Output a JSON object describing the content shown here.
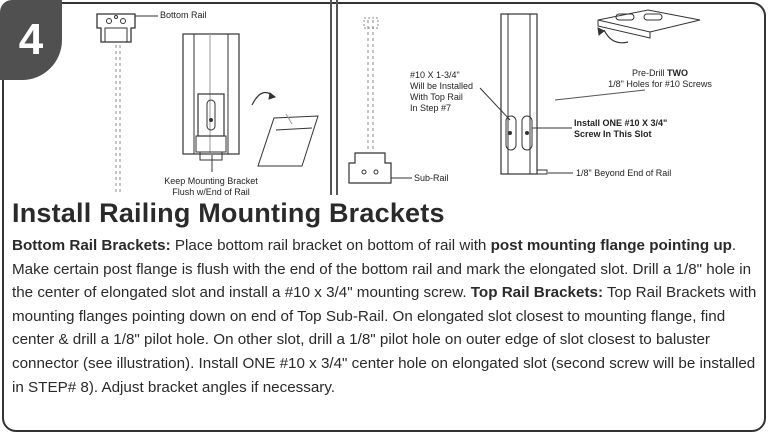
{
  "step_number": "4",
  "left_panel": {
    "bottom_rail_label": "Bottom Rail",
    "keep_bracket_line1": "Keep Mounting Bracket",
    "keep_bracket_line2": "Flush w/End of Rail"
  },
  "right_panel": {
    "screw_note_line1": "#10 X 1-3/4\"",
    "screw_note_line2": "Will be Installed",
    "screw_note_line3": "With Top Rail",
    "screw_note_line4": "In Step #7",
    "predrill_prefix": "Pre-Drill ",
    "predrill_bold": "TWO",
    "predrill_line2": "1/8\" Holes for #10 Screws",
    "install_one_line1": "Install ONE #10 X 3/4\"",
    "install_one_line2": "Screw In This Slot",
    "sub_rail_label": "Sub-Rail",
    "beyond_end_label": "1/8\" Beyond End of Rail"
  },
  "heading": "Install Railing Mounting Brackets",
  "instructions": {
    "p1_label": "Bottom Rail Brackets:",
    "p1_a": " Place bottom rail bracket on bottom of rail with ",
    "p1_bold": "post mounting flange pointing up",
    "p1_b": ". Make certain post flange is flush with the end of the bottom rail and mark the elongated slot. Drill a 1/8\" hole in the center of elongated slot and install a #10 x 3/4\" mounting screw. ",
    "p2_label": "Top Rail Brackets:",
    "p2_text": " Top Rail Brackets with mounting flanges pointing down on end of Top Sub-Rail. On elongated slot closest to mounting flange, find center & drill a 1/8\" pilot hole. On other slot, drill a 1/8\" pilot hole on outer edge of slot closest to baluster connector (see illustration). Install ONE #10 x 3/4\" center hole on elongated slot (second screw will be installed in STEP# 8). Adjust bracket angles if necessary."
  }
}
